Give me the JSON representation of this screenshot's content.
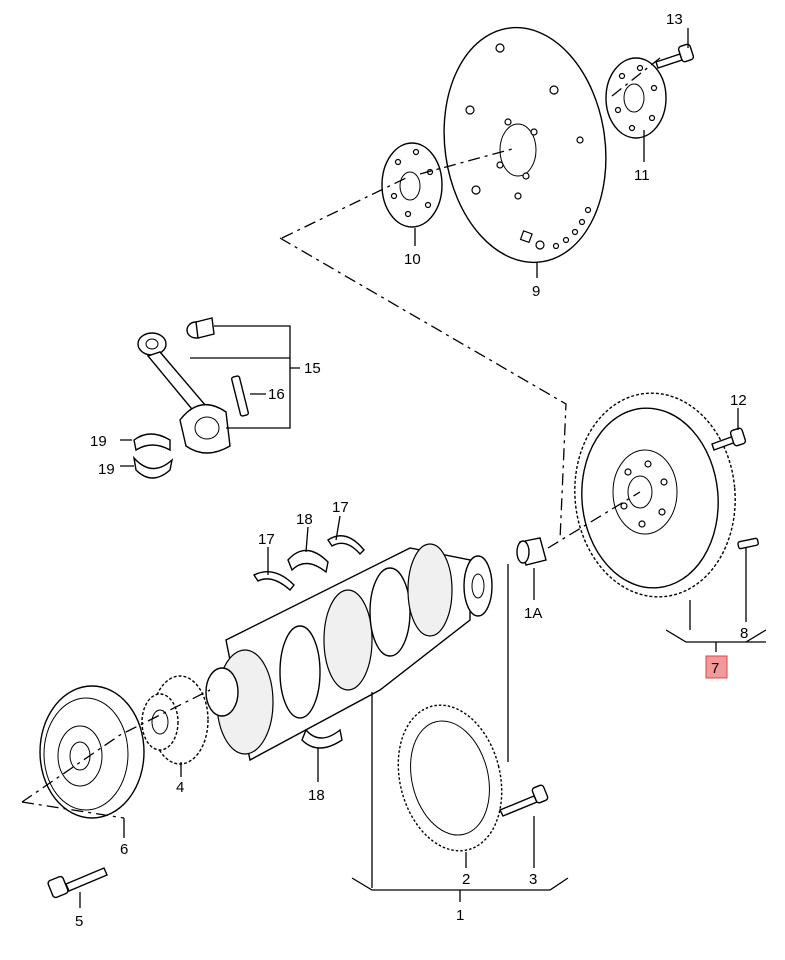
{
  "callouts": {
    "c1": "1",
    "c1a": "1A",
    "c2": "2",
    "c3": "3",
    "c4": "4",
    "c5": "5",
    "c6": "6",
    "c7": "7",
    "c8": "8",
    "c9": "9",
    "c10": "10",
    "c11": "11",
    "c12": "12",
    "c13": "13",
    "c15": "15",
    "c16": "16",
    "c17a": "17",
    "c17b": "17",
    "c18a": "18",
    "c18b": "18",
    "c19a": "19",
    "c19b": "19"
  },
  "highlight_color": "#f29a9a"
}
